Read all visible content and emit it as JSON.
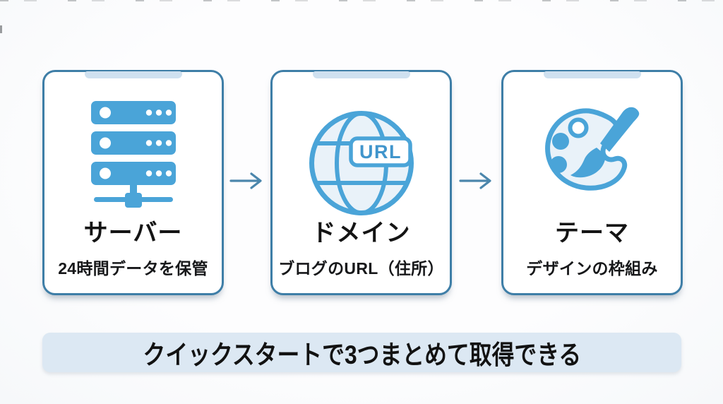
{
  "canvas": {
    "background": "#fbfcfd"
  },
  "colors": {
    "card_border": "#3e7ea7",
    "icon_blue": "#4aa4d8",
    "icon_fill_light": "#e9f2f9",
    "card_tab_highlight": "#cfe1f0",
    "banner_background": "#dce8f3",
    "arrow": "#4b86ac",
    "text": "#141414"
  },
  "cards": [
    {
      "title": "サーバー",
      "subtitle": "24時間データを保管",
      "icon": "server-icon"
    },
    {
      "title": "ドメイン",
      "subtitle": "ブログのURL（住所）",
      "icon": "globe-url-icon",
      "badge": "URL"
    },
    {
      "title": "テーマ",
      "subtitle": "デザインの枠組み",
      "icon": "palette-brush-icon"
    }
  ],
  "arrows": [
    {
      "icon": "arrow-right-icon"
    },
    {
      "icon": "arrow-right-icon"
    }
  ],
  "banner": {
    "text": "クイックスタートで3つまとめて取得できる"
  }
}
